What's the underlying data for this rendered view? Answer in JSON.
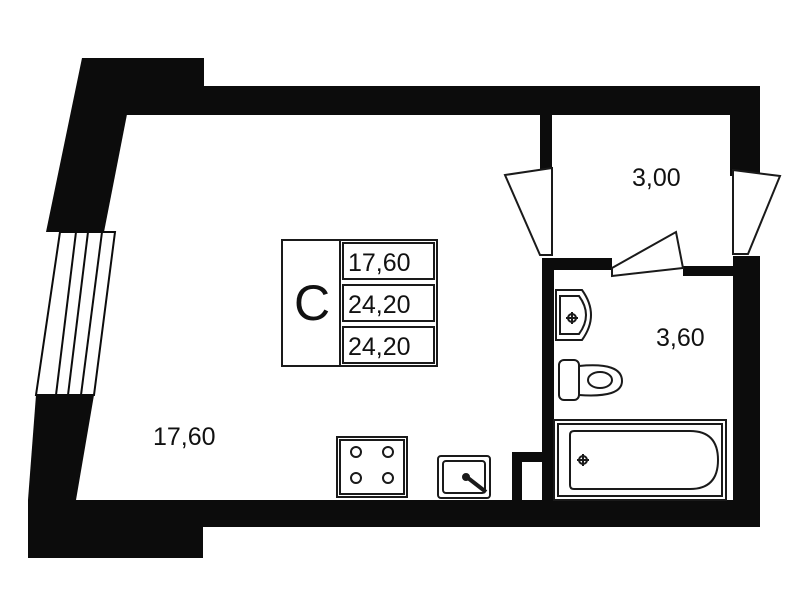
{
  "plan": {
    "colors": {
      "wall": "#0c0c0c",
      "line": "#1a1a1a",
      "background": "#ffffff"
    },
    "rooms": {
      "main": "17,60",
      "hall": "3,00",
      "bath": "3,60"
    },
    "summary": {
      "letter": "С",
      "living": "17,60",
      "total": "24,20",
      "total_with_balcony": "24,20"
    },
    "fixtures": [
      "stove",
      "kitchen-sink",
      "washbasin",
      "toilet",
      "bathtub",
      "window"
    ]
  }
}
